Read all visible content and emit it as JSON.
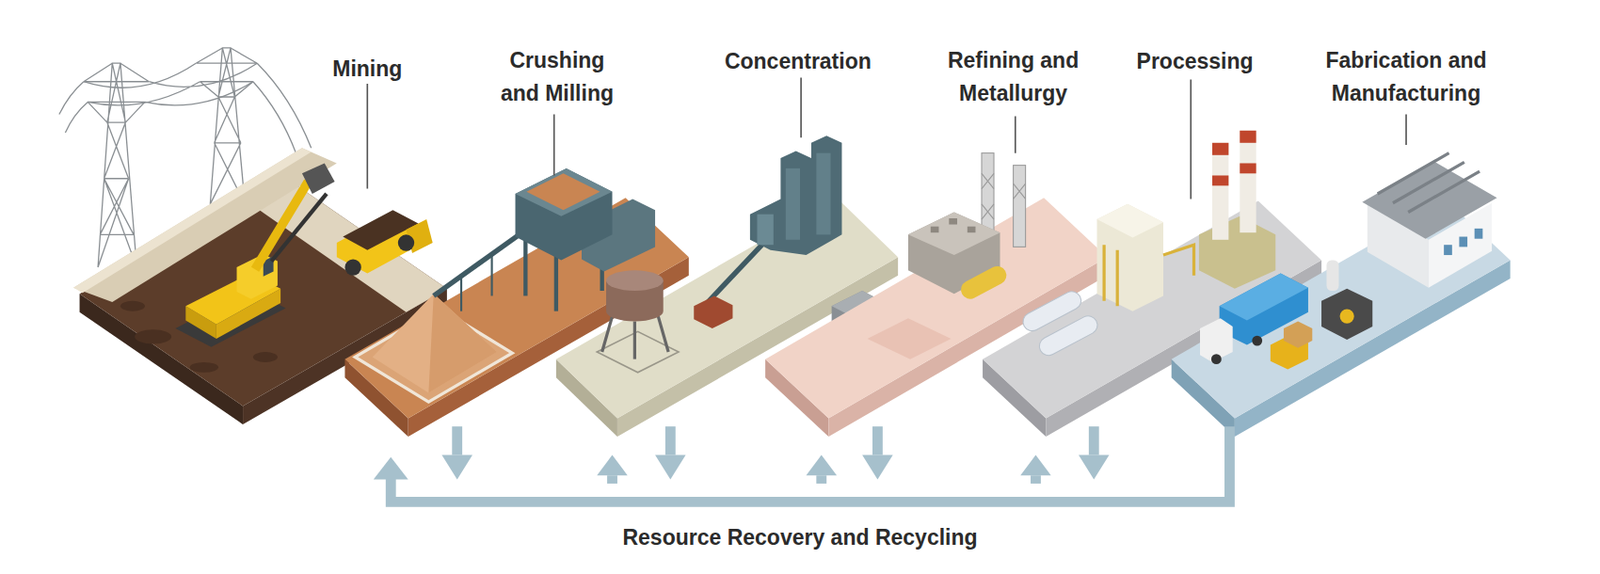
{
  "diagram": {
    "labels": [
      "Mining",
      "Crushing and Milling",
      "Concentration",
      "Refining and Metallurgy",
      "Processing",
      "Fabrication and Manufacturing",
      "Resource Recovery and Recycling"
    ]
  }
}
